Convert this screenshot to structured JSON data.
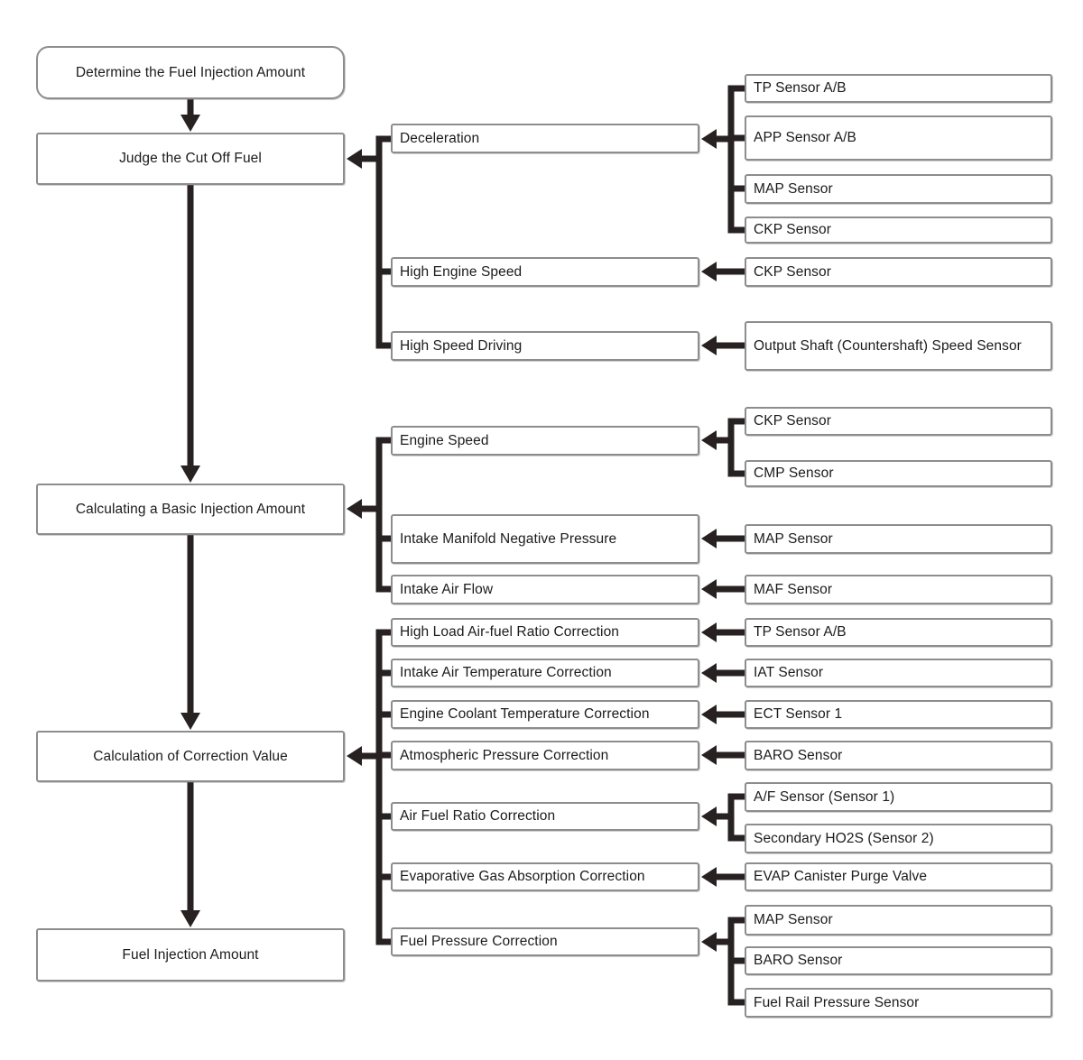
{
  "diagram": {
    "main_flow": [
      {
        "label": "Determine the Fuel Injection Amount"
      },
      {
        "label": "Judge the Cut Off Fuel"
      },
      {
        "label": "Calculating a Basic Injection Amount"
      },
      {
        "label": "Calculation of Correction Value"
      },
      {
        "label": "Fuel Injection Amount"
      }
    ],
    "branches": [
      {
        "target": "Judge the Cut Off Fuel",
        "items": [
          {
            "condition": "Deceleration",
            "sensors": [
              "TP Sensor A/B",
              "APP Sensor A/B",
              "MAP Sensor",
              "CKP Sensor"
            ]
          },
          {
            "condition": "High Engine Speed",
            "sensors": [
              "CKP Sensor"
            ]
          },
          {
            "condition": "High Speed Driving",
            "sensors": [
              "Output Shaft (Countershaft) Speed Sensor"
            ]
          }
        ]
      },
      {
        "target": "Calculating a Basic Injection Amount",
        "items": [
          {
            "condition": "Engine Speed",
            "sensors": [
              "CKP Sensor",
              "CMP Sensor"
            ]
          },
          {
            "condition": "Intake Manifold Negative Pressure",
            "sensors": [
              "MAP Sensor"
            ]
          },
          {
            "condition": "Intake Air Flow",
            "sensors": [
              "MAF Sensor"
            ]
          }
        ]
      },
      {
        "target": "Calculation of Correction Value",
        "items": [
          {
            "condition": "High Load Air-fuel Ratio Correction",
            "sensors": [
              "TP Sensor A/B"
            ]
          },
          {
            "condition": "Intake Air Temperature Correction",
            "sensors": [
              "IAT Sensor"
            ]
          },
          {
            "condition": "Engine Coolant Temperature Correction",
            "sensors": [
              "ECT Sensor 1"
            ]
          },
          {
            "condition": "Atmospheric Pressure Correction",
            "sensors": [
              "BARO Sensor"
            ]
          },
          {
            "condition": "Air Fuel Ratio Correction",
            "sensors": [
              "A/F Sensor (Sensor 1)",
              "Secondary HO2S (Sensor 2)"
            ]
          },
          {
            "condition": "Evaporative Gas Absorption Correction",
            "sensors": [
              "EVAP Canister Purge Valve"
            ]
          },
          {
            "condition": "Fuel Pressure Correction",
            "sensors": [
              "MAP Sensor",
              "BARO Sensor",
              "Fuel Rail Pressure Sensor"
            ]
          }
        ]
      }
    ]
  },
  "colors": {
    "line": "#272122",
    "box_border": "#8d8d8d",
    "box_background": "#ffffff",
    "text": "#1d1a1b",
    "page_background": "#ffffff"
  }
}
